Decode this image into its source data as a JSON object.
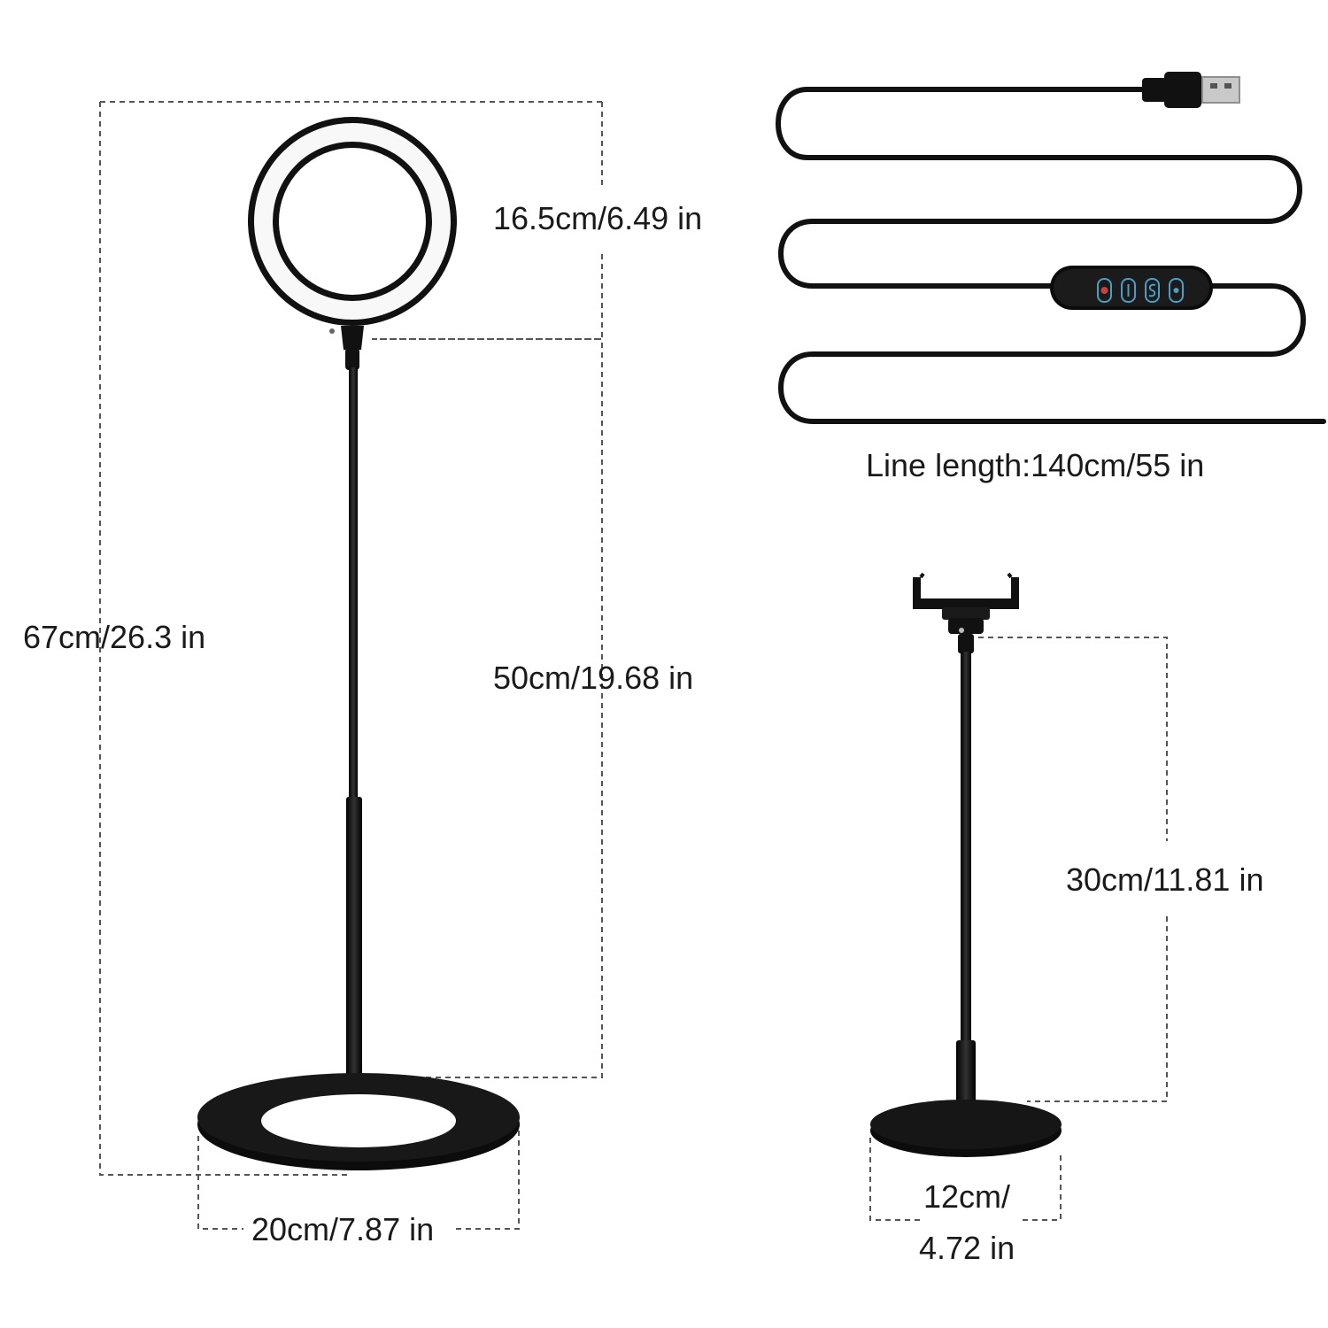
{
  "labels": {
    "ring_diameter": "16.5cm/6.49 in",
    "total_height": "67cm/26.3 in",
    "pole_height": "50cm/19.68 in",
    "base_diameter": "20cm/7.87 in",
    "line_length": "Line length:140cm/55 in",
    "holder_height": "30cm/11.81 in",
    "holder_base_line1": "12cm/",
    "holder_base_line2": "4.72 in"
  },
  "icons": {
    "ring_light": "ring-light-icon",
    "usb_cable": "usb-cable-icon",
    "inline_controller": "inline-controller-icon",
    "phone_holder": "phone-holder-icon"
  },
  "colors": {
    "device": "#111111",
    "dimension_line": "#555555",
    "controller_button": "#4a9ec4",
    "power_button": "#c8413b"
  }
}
